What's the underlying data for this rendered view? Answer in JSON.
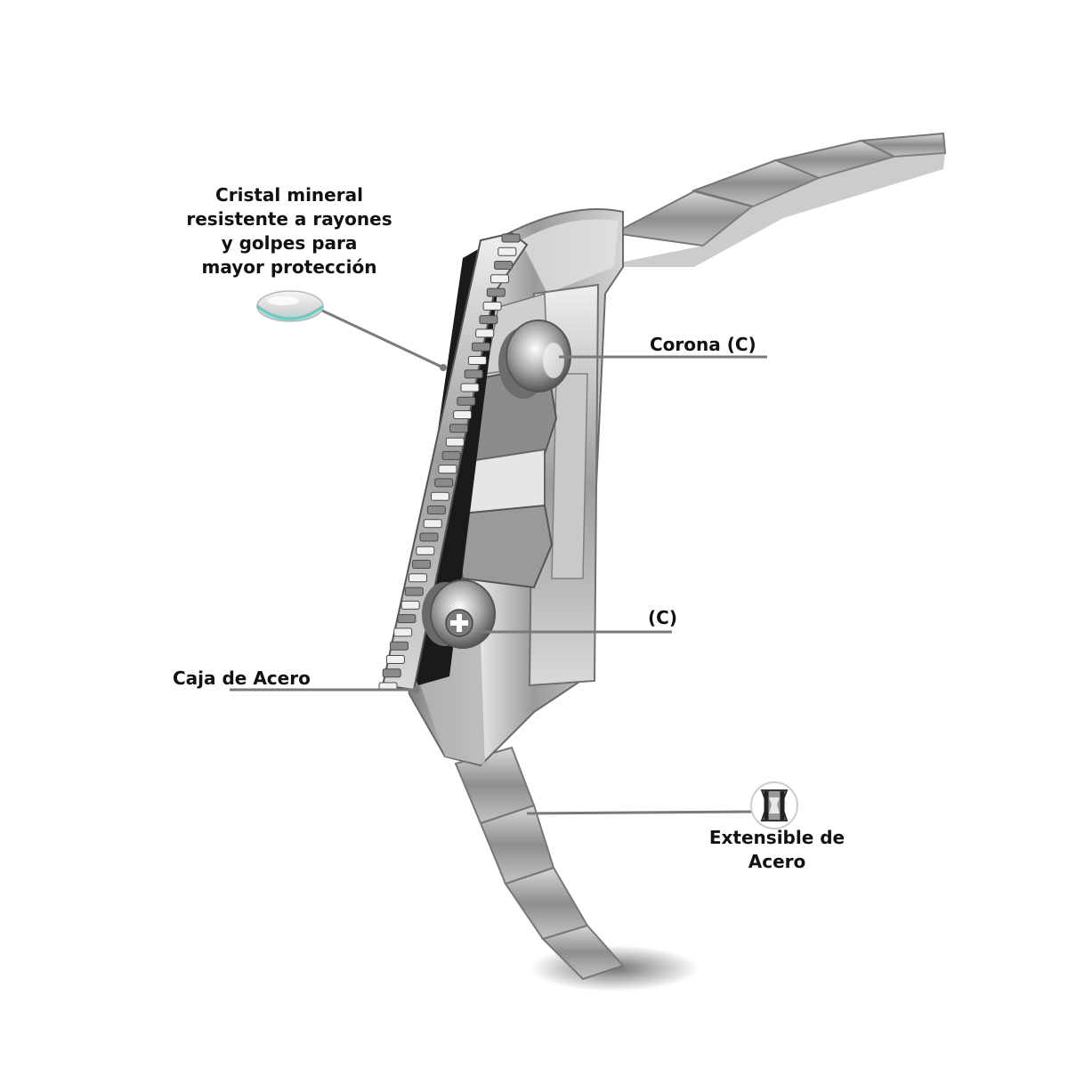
{
  "colors": {
    "background": "#ffffff",
    "steel_light": "#e6e6e6",
    "steel_mid": "#a8a8a8",
    "steel_dark": "#5a5a5a",
    "bezel_black": "#151515",
    "leader_line": "#7a7a7a",
    "crystal_tint": "#8fd1cf",
    "text": "#111111"
  },
  "annotations": {
    "crystal": [
      "Cristal mineral",
      "resistente a rayones",
      "y golpes para",
      "mayor protección"
    ],
    "crown": "Corona (C)",
    "pusher": "(C)",
    "case": "Caja de Acero",
    "bracelet": [
      "Extensible de",
      "Acero"
    ]
  },
  "icons": {
    "crystal": "crystal-disc-icon",
    "bracelet": "bracelet-link-icon",
    "logo": "swiss-cross-logo"
  }
}
